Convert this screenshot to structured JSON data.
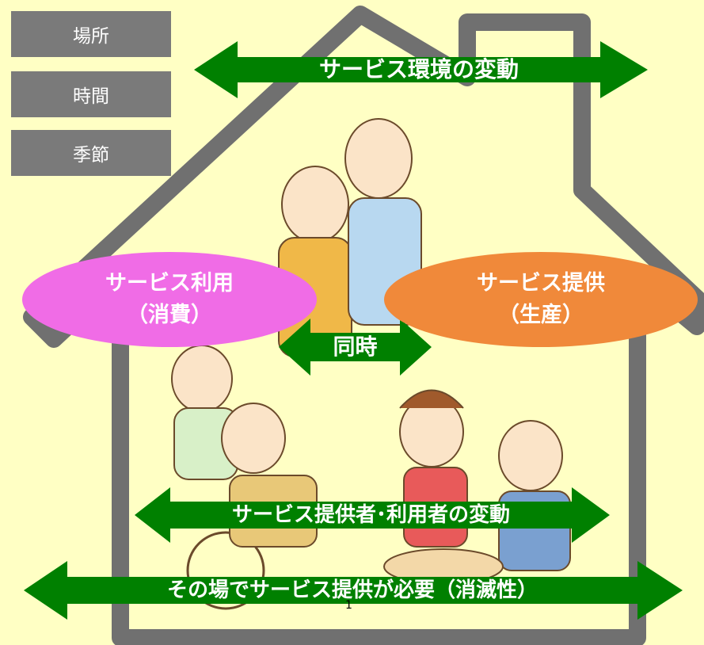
{
  "tags": [
    "場所",
    "時間",
    "季節"
  ],
  "arrows": {
    "top": "サービス環境の変動",
    "middle": "同時",
    "lower": "サービス提供者･利用者の変動",
    "bottom": "その場でサービス提供が必要（消滅性）"
  },
  "consume": {
    "line1": "サービス利用",
    "line2": "（消費）"
  },
  "provide": {
    "line1": "サービス提供",
    "line2": "（生産）"
  },
  "page_number": "1",
  "colors": {
    "background": "#FFFFC4",
    "house": "#707070",
    "arrow": "#008000",
    "consume": "#F06CE6",
    "provide": "#F0893A",
    "tag": "#7A7A7A"
  }
}
